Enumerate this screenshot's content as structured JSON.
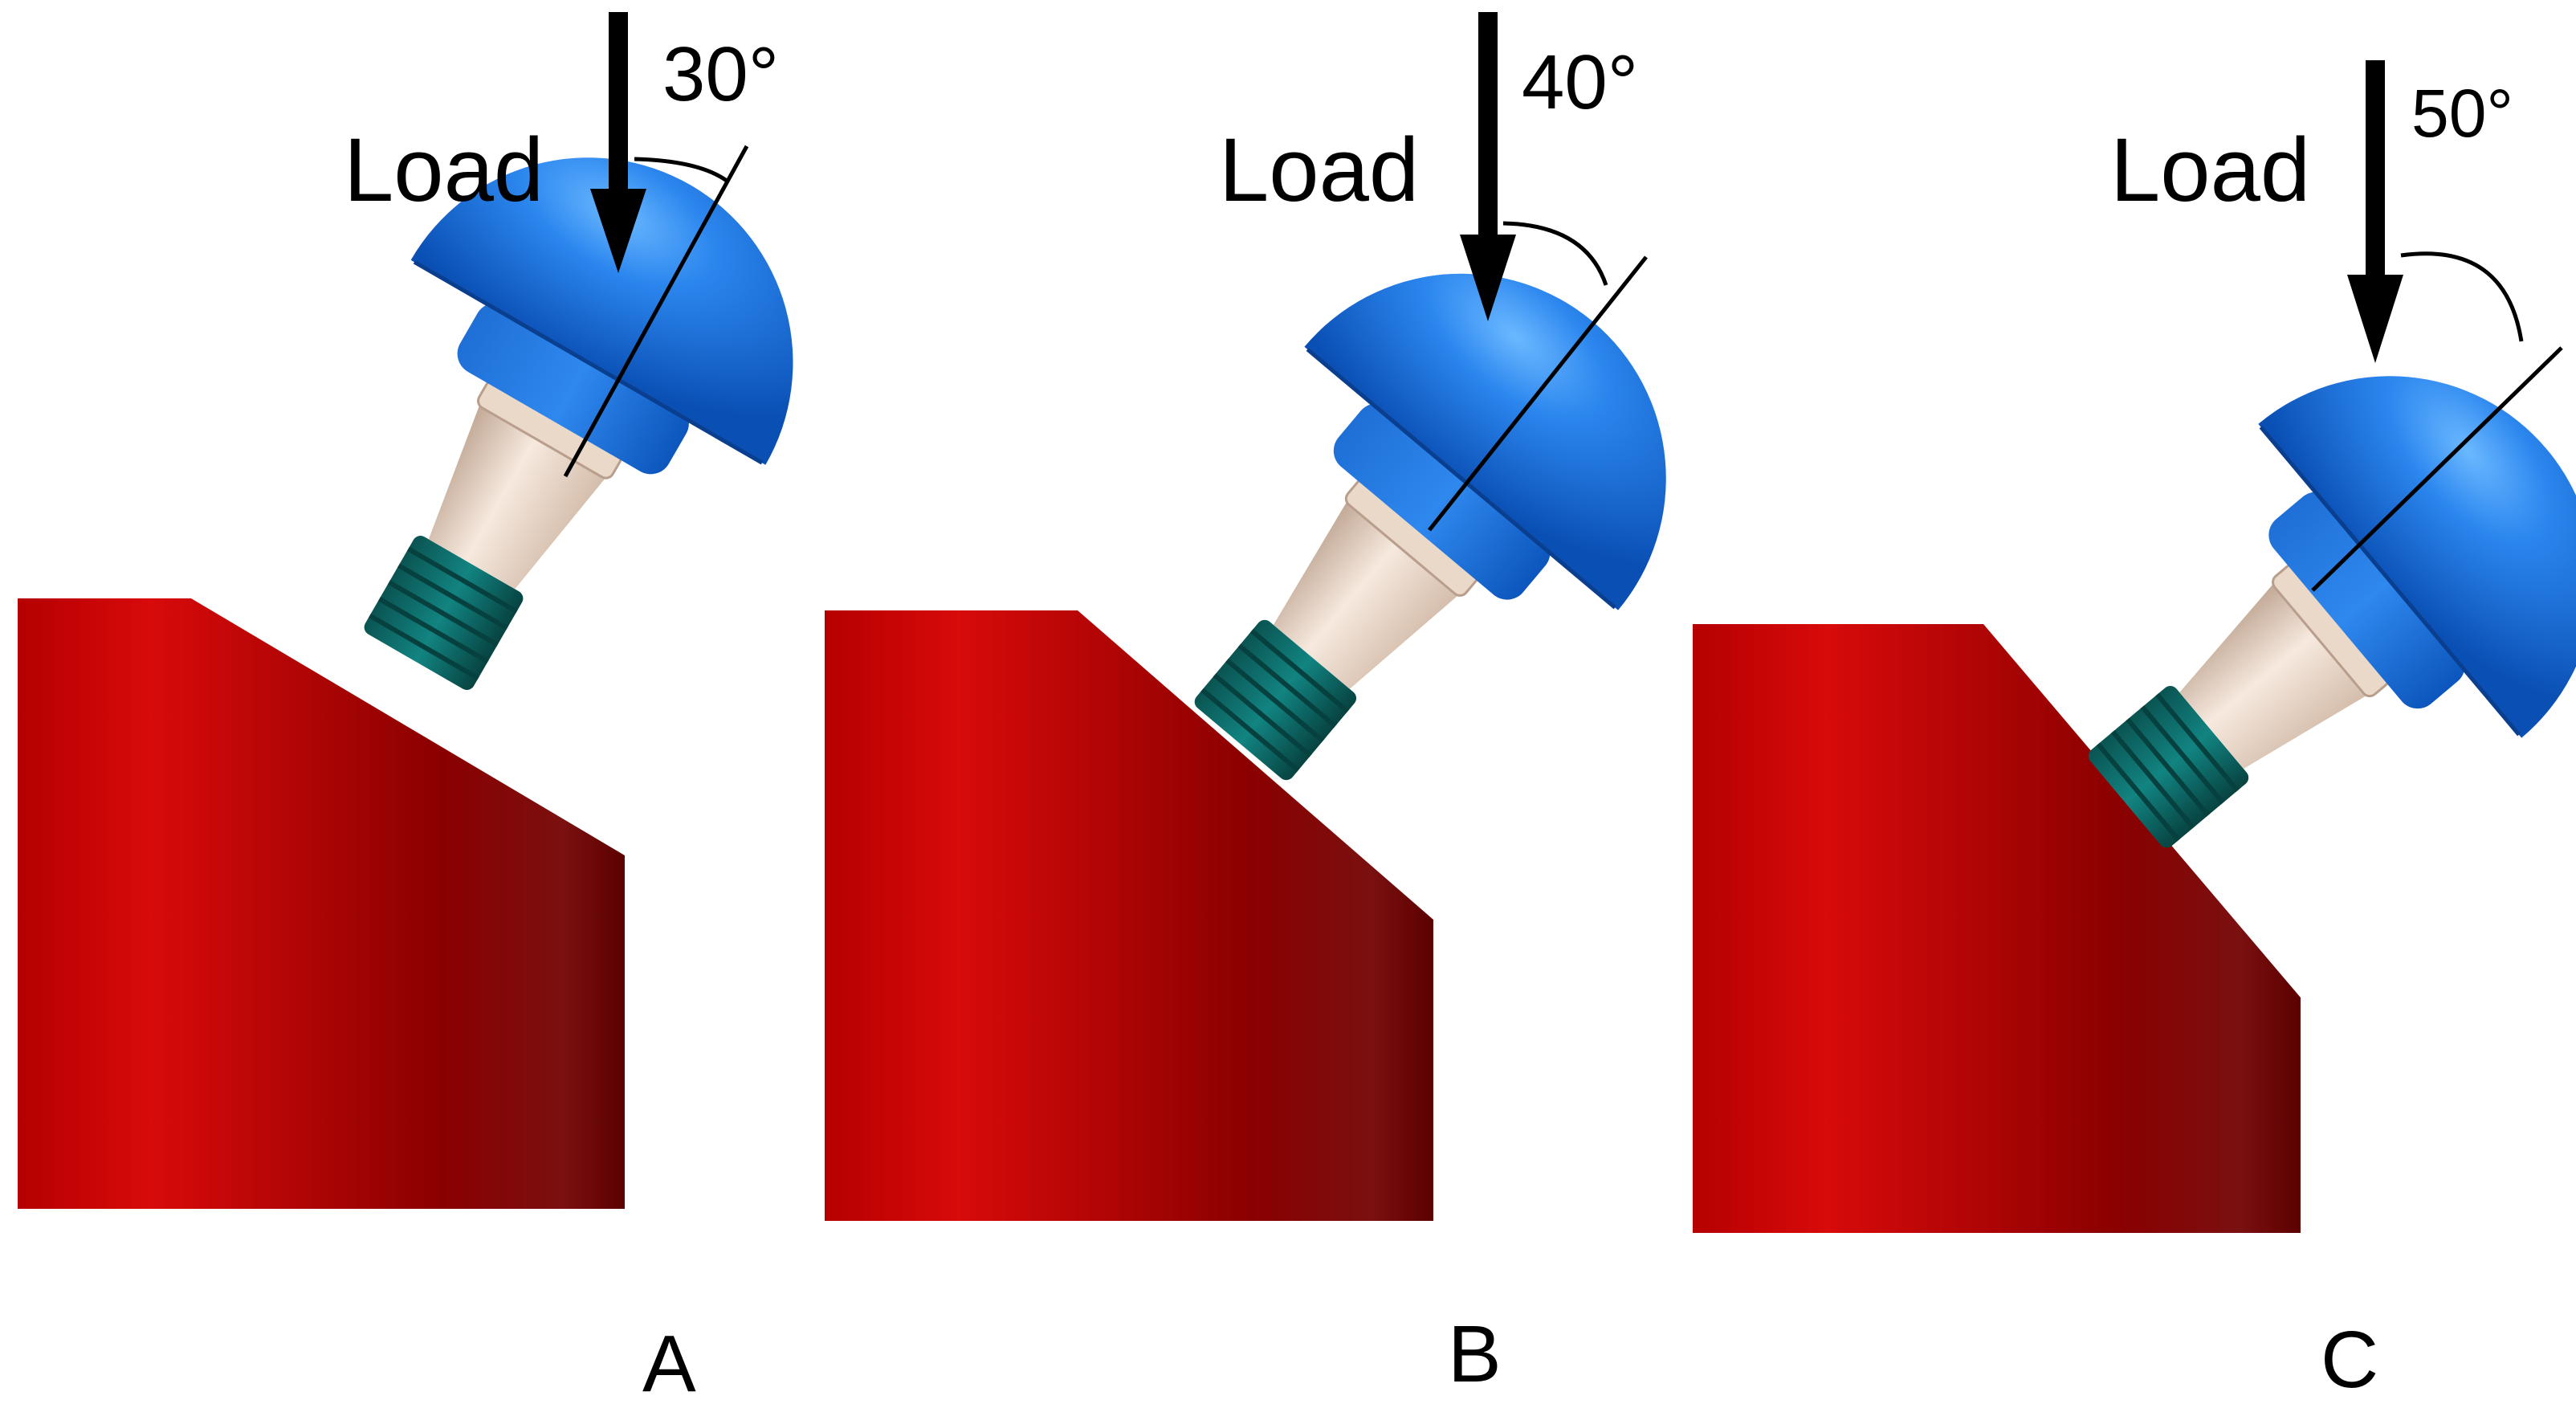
{
  "panels": [
    {
      "id": "A",
      "panel_label": "A",
      "load_label": "Load",
      "angle_label": "30°",
      "angle_deg": 30
    },
    {
      "id": "B",
      "panel_label": "B",
      "load_label": "Load",
      "angle_label": "40°",
      "angle_deg": 40
    },
    {
      "id": "C",
      "panel_label": "C",
      "load_label": "Load",
      "angle_label": "50°",
      "angle_deg": 50
    }
  ],
  "colors": {
    "block_light": "#d80a0a",
    "block_dark": "#5c0000",
    "head_light": "#4aa2ff",
    "head_dark": "#0a4fb4",
    "neck_light": "#f3e3d6",
    "neck_dark": "#c2a896",
    "thread": "#0b6a66",
    "thread_line": "#07413f",
    "ink": "#000000"
  }
}
